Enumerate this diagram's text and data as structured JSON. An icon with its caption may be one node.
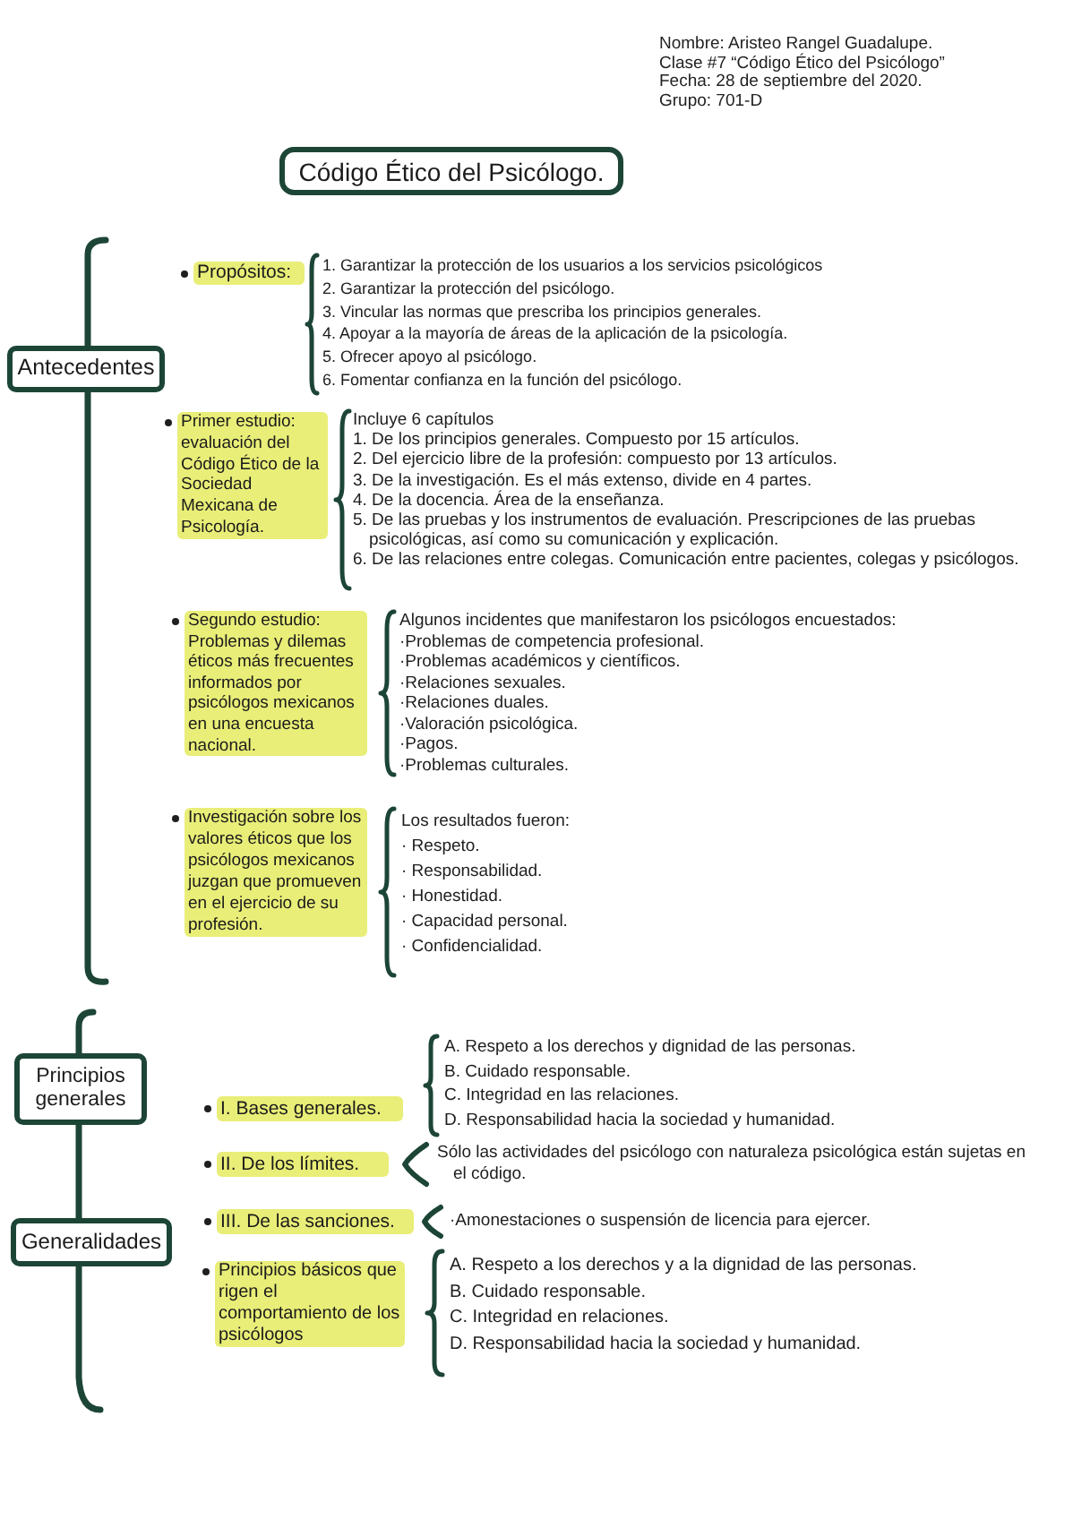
{
  "diagram": {
    "nodes": [
      {
        "text": [
          "Código Ético del Psicólogo."
        ]
      },
      {
        "text": [
          "Antecedentes"
        ]
      },
      {
        "text": [
          "Propósitos:"
        ],
        "beside": [
          "1. Garantizar la protección de los usuarios a los servicios psicológicos",
          "2. Garantizar la protección del psicólogo.",
          "3. Vincular las normas que prescriba los principios generales.",
          "4. Apoyar a la mayoría de áreas de la aplicación de la psicología.",
          "5. Ofrecer apoyo al psicólogo.",
          "6. Fomentar confianza en la función del psicólogo."
        ]
      },
      {
        "text": [
          "Primer estudio: evaluación del Código Ético de la Sociedad Mexicana de Psicología."
        ],
        "beside": [
          "Incluye 6 capítulos",
          "1. De los principios generales. Compuesto por 15 artículos.",
          "2. Del ejercicio libre de la profesión: compuesto por 13 artículos.",
          "3. De la investigación. Es el más extenso, divide en 4 partes.",
          "4. De la docencia. Área de la enseñanza.",
          "5. De las pruebas y los instrumentos de evaluación. Prescripciones de las pruebas psicológicas, así como su comunicación y explicación.",
          "6. De las relaciones entre colegas. Comunicación entre pacientes, colegas y psicólogos."
        ]
      },
      {
        "text": [
          "Segundo estudio: Problemas y dilemas éticos más frecuentes informados por psicólogos mexicanos en una encuesta nacional."
        ],
        "beside": [
          "Algunos incidentes que manifestaron los psicólogos encuestados:",
          "·Problemas de competencia profesional.",
          "·Problemas académicos y científicos.",
          "·Relaciones sexuales.",
          "·Relaciones duales.",
          "·Valoración psicológica.",
          "·Pagos.",
          "·Problemas culturales."
        ]
      },
      {
        "text": [
          "Investigación sobre los valores éticos que los psicólogos mexicanos juzgan que promueven en el ejercicio de su profesión."
        ],
        "beside": [
          "Los resultados fueron:",
          "· Respeto.",
          "· Responsabilidad.",
          "· Honestidad.",
          "· Capacidad personal.",
          "· Confidencialidad."
        ]
      },
      {
        "text": [
          "Principios generales"
        ]
      },
      {
        "text": [
          "Generalidades"
        ]
      },
      {
        "text": [
          "I. Bases generales."
        ],
        "beside": [
          "A. Respeto a los derechos y dignidad de las personas.",
          "B. Cuidado responsable.",
          "C. Integridad en las relaciones.",
          "D. Responsabilidad hacia la sociedad y humanidad."
        ]
      },
      {
        "text": [
          "II. De los límites."
        ],
        "beside": [
          "Sólo las actividades del psicólogo con naturaleza psicológica están sujetas en el código."
        ]
      },
      {
        "text": [
          "III. De las sanciones."
        ],
        "beside": [
          "·Amonestaciones o suspensión de licencia para ejercer."
        ]
      },
      {
        "text": [
          "Principios básicos que rigen el comportamiento de los psicólogos"
        ],
        "beside": [
          "A. Respeto a los derechos y a la dignidad de las personas.",
          "B. Cuidado responsable.",
          "C. Integridad en relaciones.",
          "D. Responsabilidad hacia la sociedad y humanidad."
        ]
      }
    ],
    "labels": [
      "Nombre: Aristeo Rangel Guadalupe.",
      "Clase #7 “Código Ético del Psicólogo”",
      "Fecha: 28 de septiembre del 2020.",
      "Grupo: 701-D"
    ]
  }
}
